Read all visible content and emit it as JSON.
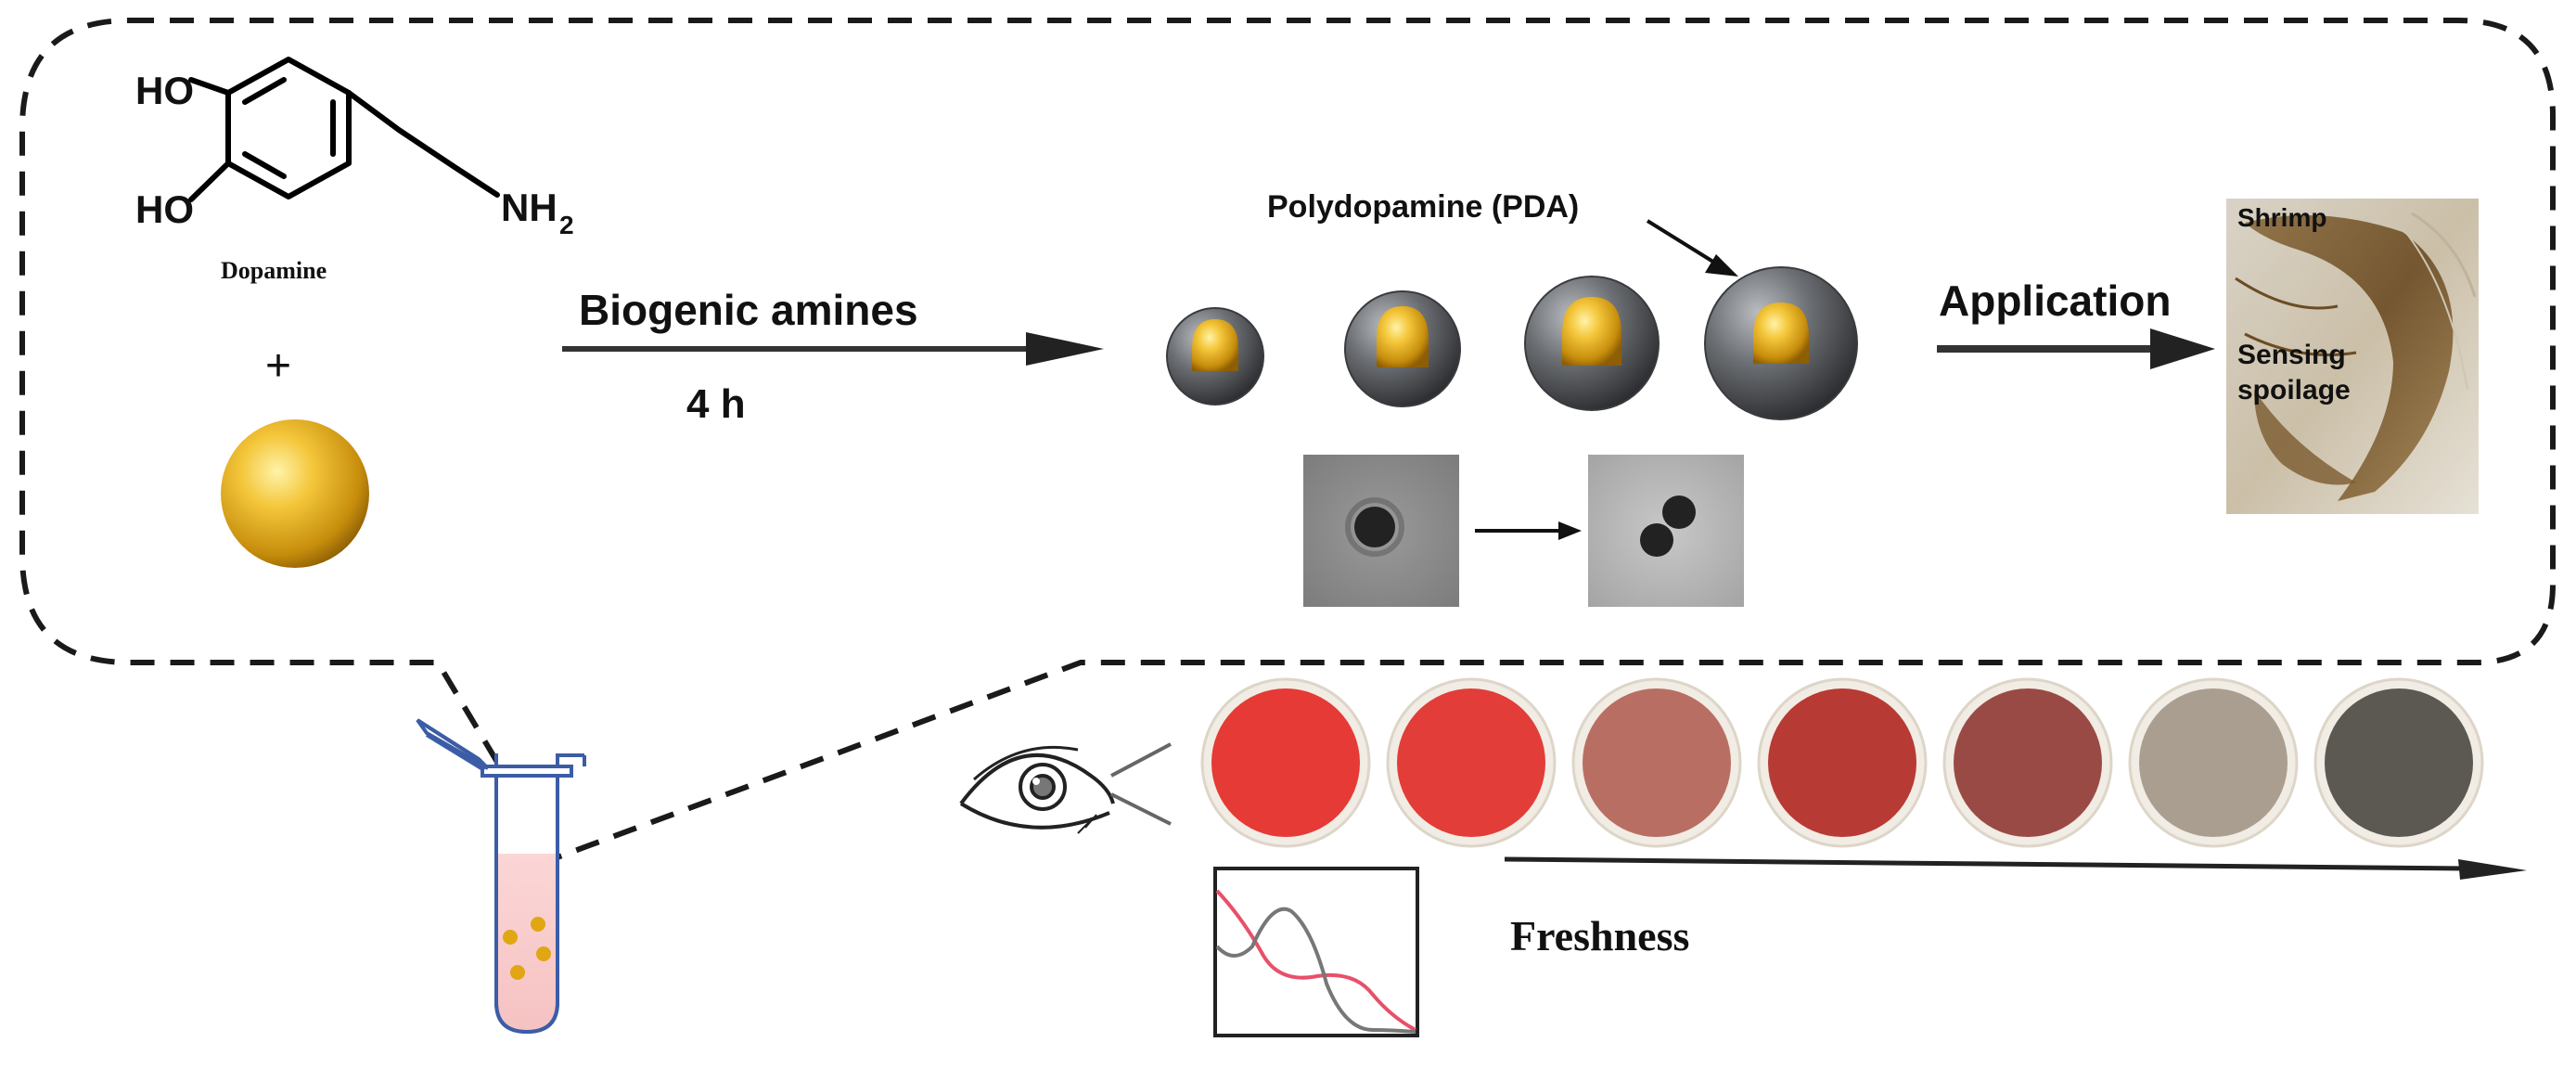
{
  "molecule": {
    "hydroxyl_top": "HO",
    "hydroxyl_bottom": "HO",
    "amine": "NH",
    "amine_subscript": "2",
    "name": "Dopamine"
  },
  "plus_sign": "+",
  "reaction": {
    "reagent_label": "Biogenic amines",
    "time_label": "4 h"
  },
  "pda_label": "Polydopamine (PDA)",
  "application_label": "Application",
  "shrimp_photo": {
    "title": "Shrimp",
    "caption_line1": "Sensing",
    "caption_line2": "spoilage"
  },
  "freshness_label": "Freshness",
  "colors": {
    "gold": "#e8b420",
    "shell": "#55585c",
    "swatches": [
      "#e53a35",
      "#e23d38",
      "#b96e64",
      "#b83a35",
      "#9a4a44",
      "#aa9e90",
      "#5c5852"
    ],
    "spectrum_red": "#e8506a",
    "spectrum_gray": "#777777"
  },
  "icons": {
    "eye": "eye-icon",
    "tube": "test-tube-icon"
  }
}
